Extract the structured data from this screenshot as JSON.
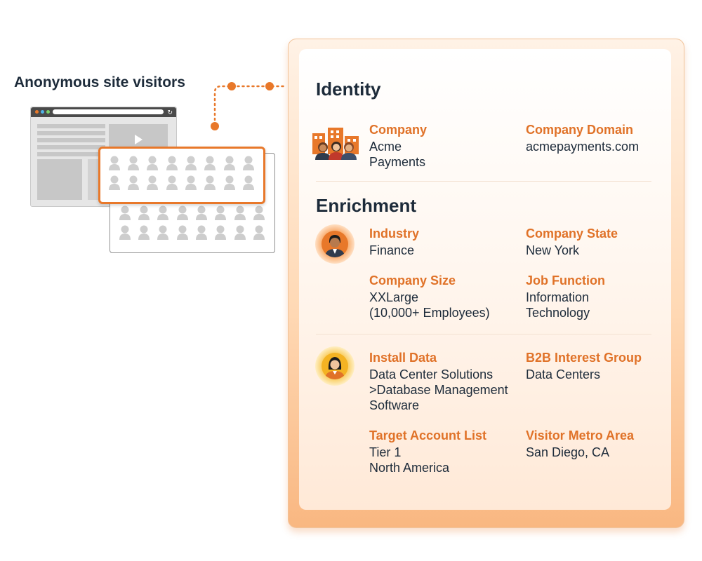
{
  "left": {
    "title": "Anonymous site visitors"
  },
  "colors": {
    "accent": "#e8782a",
    "label": "#e07228",
    "text": "#1d2b3a"
  },
  "identity": {
    "title": "Identity",
    "company_label": "Company",
    "company_value_line1": "Acme",
    "company_value_line2": "Payments",
    "domain_label": "Company Domain",
    "domain_value": "acmepayments.com",
    "icon": "company-people-icon"
  },
  "enrichment": {
    "title": "Enrichment",
    "industry_label": "Industry",
    "industry_value": "Finance",
    "state_label": "Company State",
    "state_value": "New York",
    "size_label": "Company Size",
    "size_value_line1": "XXLarge",
    "size_value_line2": "(10,000+ Employees)",
    "job_label": "Job Function",
    "job_value_line1": "Information",
    "job_value_line2": "Technology",
    "install_label": "Install Data",
    "install_value_line1": "Data Center Solutions",
    "install_value_line2": ">Database Management",
    "install_value_line3": "Software",
    "b2b_label": "B2B Interest Group",
    "b2b_value": "Data Centers",
    "target_label": "Target Account List",
    "target_value_line1": "Tier 1",
    "target_value_line2": "North America",
    "metro_label": "Visitor Metro Area",
    "metro_value": "San Diego, CA",
    "icons": [
      "male-person-icon",
      "female-person-icon"
    ]
  }
}
